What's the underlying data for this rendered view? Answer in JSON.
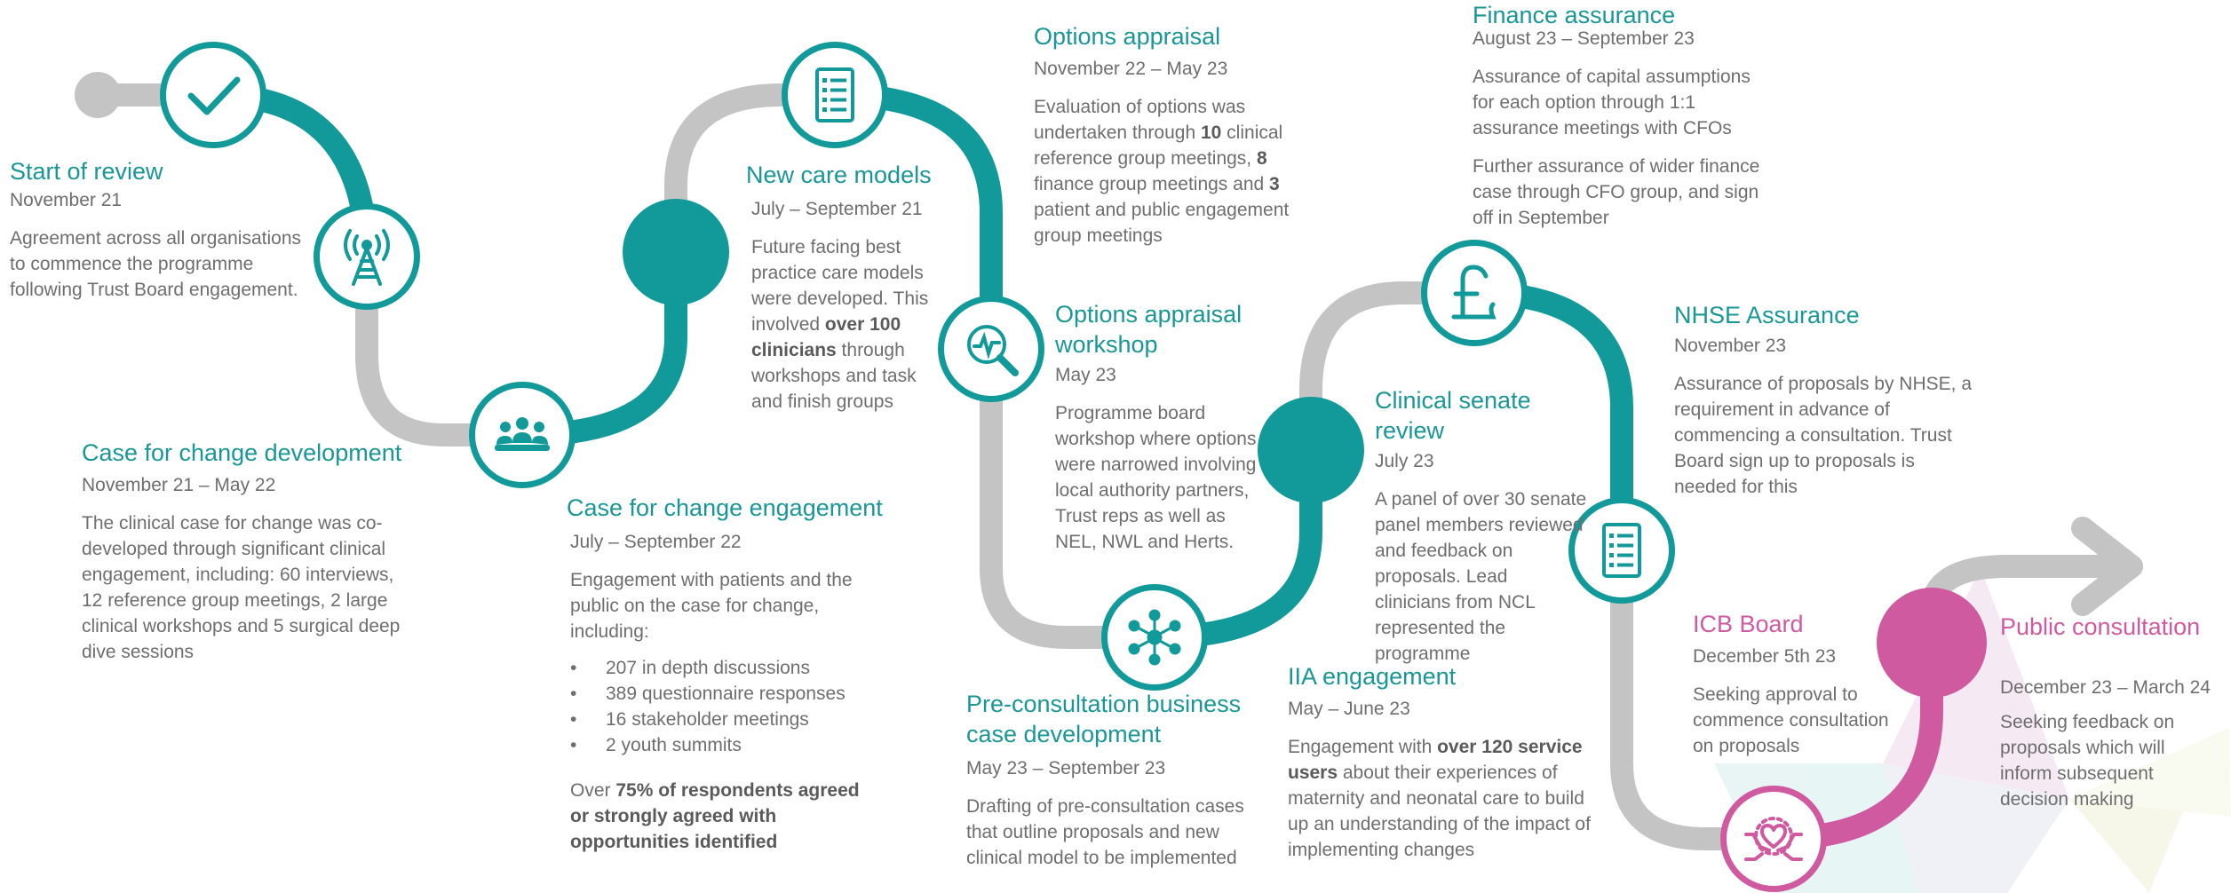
{
  "colors": {
    "teal": "#12999a",
    "grey": "#c4c4c4",
    "pink": "#cf5aa0",
    "text": "#6e6e6e"
  },
  "icons": [
    "checkmark-icon",
    "signal-tower-icon",
    "people-meeting-icon",
    "document-list-icon",
    "magnifier-chart-icon",
    "network-icon",
    "pound-sign-icon",
    "checklist-icon",
    "hands-heart-icon",
    "arrow-icon"
  ],
  "milestones": {
    "start_review": {
      "title": "Start of review",
      "date": "November 21",
      "body": "Agreement across all organisations to commence the programme following Trust Board engagement."
    },
    "case_dev": {
      "title": "Case for change development",
      "date": "November 21 – May 22",
      "body": "The clinical case for change was co-developed through significant clinical engagement, including: 60 interviews, 12 reference group meetings, 2 large clinical workshops and 5 surgical deep dive sessions"
    },
    "case_eng": {
      "title": "Case for change engagement",
      "date": "July – September 22",
      "body": "Engagement with patients and the public on the case for change, including:",
      "bullets": [
        "207 in depth discussions",
        "389 questionnaire responses",
        "16 stakeholder meetings",
        "2 youth summits"
      ],
      "foot_a": "Over ",
      "foot_b": "75% of respondents agreed or strongly agreed with opportunities identified"
    },
    "new_care": {
      "title": "New care models",
      "date": "July – September 21",
      "body_a": "Future facing best practice care models were developed. This involved ",
      "body_b": "over 100 clinicians",
      "body_c": " through workshops and task and finish groups"
    },
    "options": {
      "title": "Options appraisal",
      "date": "November 22 – May 23",
      "b1": "Evaluation of options was undertaken through ",
      "b2": "10",
      "b3": " clinical reference group meetings, ",
      "b4": "8",
      "b5": " finance group meetings and ",
      "b6": "3",
      "b7": " patient and public engagement group meetings"
    },
    "workshop": {
      "title": "Options appraisal workshop",
      "date": "May 23",
      "body": "Programme board workshop where options were narrowed involving local authority partners, Trust reps as well as NEL, NWL and Herts."
    },
    "precon": {
      "title": "Pre-consultation business case development",
      "date": "May 23 – September 23",
      "body": "Drafting of pre-consultation cases that outline proposals and new clinical model to be implemented"
    },
    "finance": {
      "title": "Finance assurance",
      "date": "August 23 – September 23",
      "body1": "Assurance of capital assumptions for each option through 1:1 assurance meetings with CFOs",
      "body2": "Further assurance of wider finance case through CFO group, and sign off in September"
    },
    "senate": {
      "title": "Clinical senate review",
      "date": "July 23",
      "body": "A panel of over 30 senate panel members reviewed and feedback on proposals. Lead clinicians from NCL represented the programme"
    },
    "iia": {
      "title": "IIA engagement",
      "date": "May – June 23",
      "body_a": "Engagement with ",
      "body_b": "over 120 service users",
      "body_c": " about their experiences of maternity and neonatal care to build up an understanding of the impact of implementing changes"
    },
    "nhse": {
      "title": "NHSE Assurance",
      "date": "November 23",
      "body": "Assurance of proposals by NHSE, a requirement in advance of commencing a consultation. Trust Board sign up to proposals is needed for this"
    },
    "icb": {
      "title": "ICB Board",
      "date": "December 5th 23",
      "body": "Seeking approval to commence consultation on proposals"
    },
    "public": {
      "title": "Public consultation",
      "date": "December 23 – March 24",
      "body": "Seeking feedback on proposals which will inform subsequent decision making"
    }
  }
}
